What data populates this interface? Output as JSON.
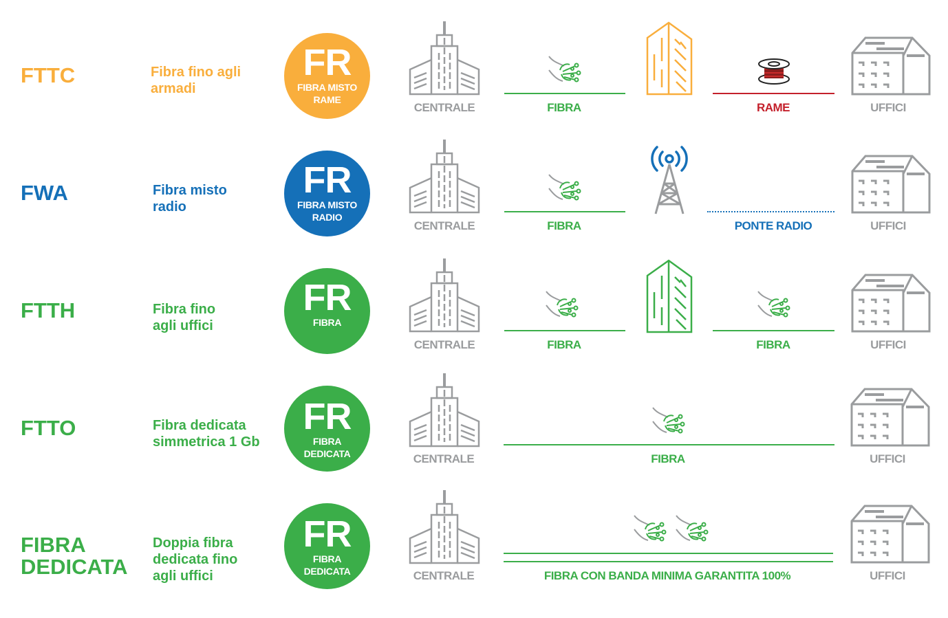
{
  "colors": {
    "orange": "#f9ae3c",
    "blue": "#1570b8",
    "green": "#3bae49",
    "red": "#c4202b",
    "gray": "#9a9c9e"
  },
  "rows": [
    {
      "title": "FTTC",
      "subtitle": "Fibra fino agli armadi",
      "badge_fr": "FR",
      "badge_label": "FIBRA MISTO RAME",
      "start": "CENTRALE",
      "seg1": "FIBRA",
      "seg2": "RAME",
      "end": "UFFICI",
      "mid_icon": "building-icon",
      "seg2_icon": "copper-spool-icon"
    },
    {
      "title": "FWA",
      "subtitle": "Fibra misto radio",
      "badge_fr": "FR",
      "badge_label": "FIBRA MISTO RADIO",
      "start": "CENTRALE",
      "seg1": "FIBRA",
      "seg2": "PONTE RADIO",
      "end": "UFFICI",
      "mid_icon": "radio-tower-icon"
    },
    {
      "title": "FTTH",
      "subtitle": "Fibra fino agli uffici",
      "badge_fr": "FR",
      "badge_label": "FIBRA",
      "start": "CENTRALE",
      "seg1": "FIBRA",
      "seg2": "FIBRA",
      "end": "UFFICI",
      "mid_icon": "building-icon",
      "seg2_icon": "fiber-cable-icon"
    },
    {
      "title": "FTTO",
      "subtitle": "Fibra dedicata simmetrica 1 Gb",
      "badge_fr": "FR",
      "badge_label": "FIBRA DEDICATA",
      "start": "CENTRALE",
      "seg1": "FIBRA",
      "end": "UFFICI"
    },
    {
      "title": "FIBRA DEDICATA",
      "subtitle": "Doppia fibra dedicata fino agli uffici",
      "badge_fr": "FR",
      "badge_label": "FIBRA DEDICATA",
      "start": "CENTRALE",
      "seg1": "FIBRA CON BANDA MINIMA GARANTITA 100%",
      "end": "UFFICI"
    }
  ]
}
